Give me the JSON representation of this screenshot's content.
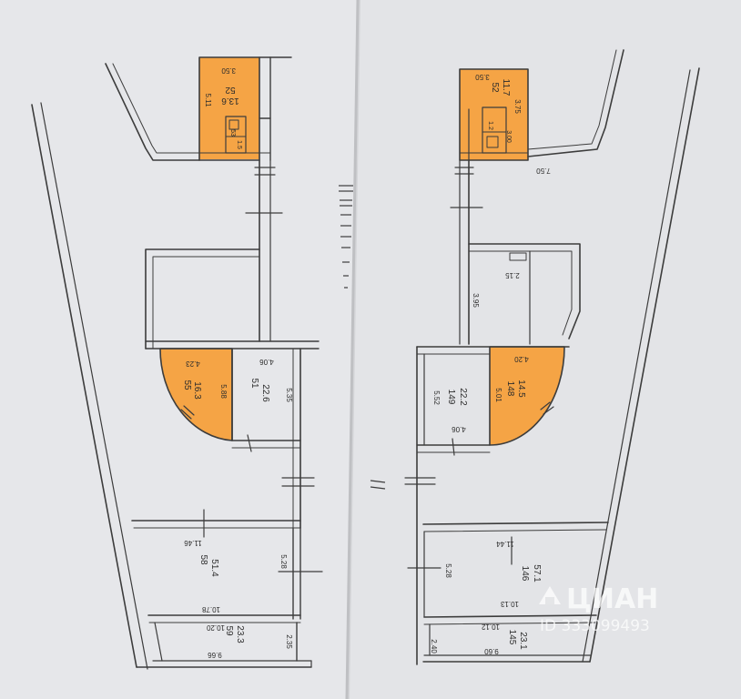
{
  "colors": {
    "paper": "#e8e9ec",
    "paper_shadow": "#cfd0d3",
    "wall": "#3c3c3c",
    "highlight": "#f5a445",
    "watermark": "#ffffff"
  },
  "left_plan": {
    "labels": {
      "top_room_width": "3.50",
      "top_room_number": "52",
      "top_room_area": "13.6",
      "top_room_depth": "5.11",
      "wc_number": "53",
      "wc_area": "1.5",
      "quarter_width": "4.23",
      "quarter_number": "55",
      "quarter_area": "16.3",
      "quarter_depth": "5.88",
      "mid_room_width": "4.06",
      "mid_room_number": "51",
      "mid_room_area": "22.6",
      "mid_room_depth": "5.35",
      "big_room_width": "11.46",
      "big_room_number": "58",
      "big_room_area": "51.4",
      "big_room_depth": "5.28",
      "big_room_bottom": "10.78",
      "small_room_width": "10.20",
      "small_room_number": "59",
      "small_room_area": "23.3",
      "small_room_depth": "2.35",
      "small_room_bottom": "9.66"
    }
  },
  "right_plan": {
    "labels": {
      "top_room_width": "3.50",
      "top_room_number": "52",
      "top_room_area": "11.7",
      "top_room_depth": "3.75",
      "wc_area": "1.2",
      "wc_depth": "3.00",
      "top_right_dim": "7.50",
      "upper_room_depth": "3.95",
      "upper_room_width": "2.15",
      "quarter_width": "4.20",
      "quarter_number": "148",
      "quarter_area": "14.5",
      "quarter_depth": "5.01",
      "mid_room_depth": "5.52",
      "mid_room_number": "149",
      "mid_room_area": "22.2",
      "mid_room_width": "4.06",
      "big_room_width": "11.44",
      "big_room_depth": "5.28",
      "big_room_number": "146",
      "big_room_area": "57.1",
      "big_room_bottom": "10.13",
      "small_room_width": "10.12",
      "small_room_depth": "2.40",
      "small_room_number": "145",
      "small_room_area": "23.1",
      "small_room_bottom": "9.60"
    }
  },
  "watermark": {
    "brand": "ЦИАН",
    "listing_id": "ID 333099493"
  }
}
